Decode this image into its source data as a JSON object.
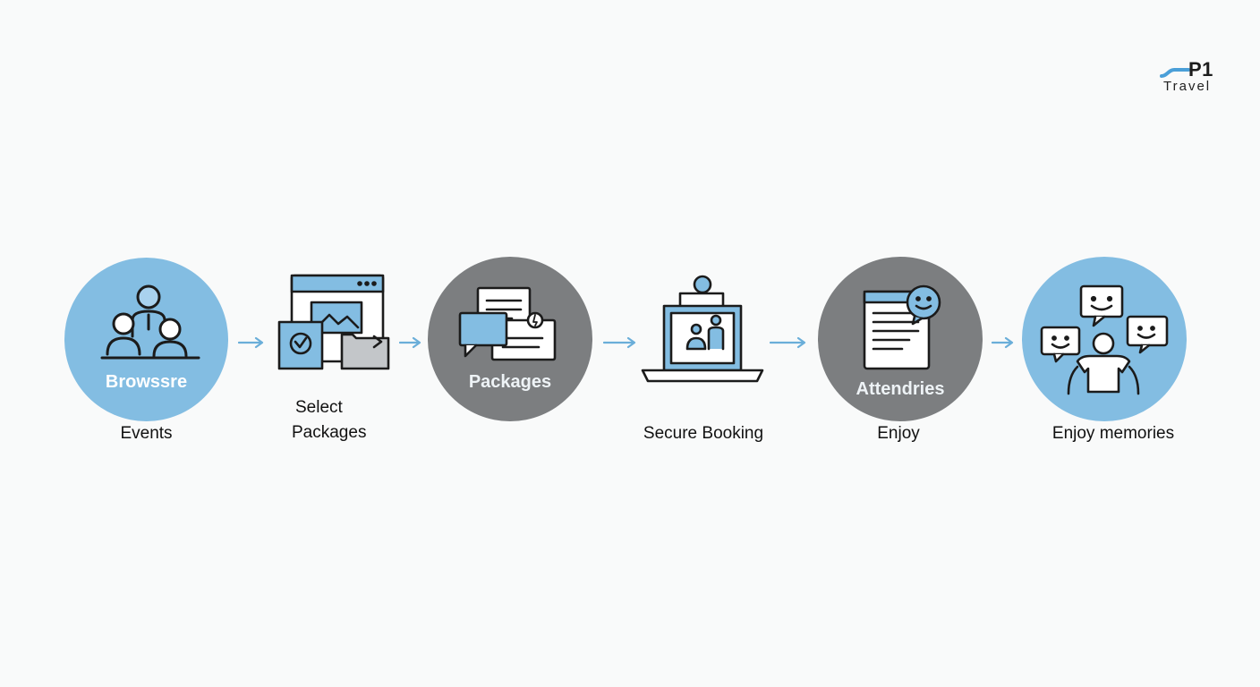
{
  "logo": {
    "title": "P1",
    "subtitle": "Travel",
    "accent": "#4a9fd8"
  },
  "colors": {
    "blue": "#83bde2",
    "gray": "#7c7e80",
    "arrow": "#6aaed9"
  },
  "steps": [
    {
      "inner_label": "Browssre",
      "caption": "Events",
      "style": "blue",
      "icon": "people-group-icon"
    },
    {
      "caption_line1": "Select",
      "caption_line2": "Packages",
      "icon": "browser-gallery-icon"
    },
    {
      "inner_label": "Packages",
      "style": "gray",
      "icon": "cards-icon"
    },
    {
      "caption": "Secure Booking",
      "icon": "laptop-video-icon"
    },
    {
      "inner_label": "Attendries",
      "caption": "Enjoy",
      "style": "gray",
      "icon": "document-chat-icon"
    },
    {
      "caption": "Enjoy memories",
      "style": "blue",
      "icon": "people-chat-icon"
    }
  ]
}
